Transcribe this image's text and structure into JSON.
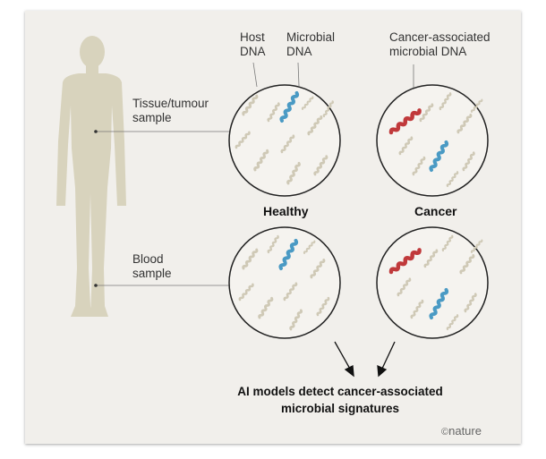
{
  "labels": {
    "host_dna_line1": "Host",
    "host_dna_line2": "DNA",
    "microbial_dna_line1": "Microbial",
    "microbial_dna_line2": "DNA",
    "cancer_microbial_line1": "Cancer-associated",
    "cancer_microbial_line2": "microbial DNA",
    "tissue_line1": "Tissue/tumour",
    "tissue_line2": "sample",
    "blood_line1": "Blood",
    "blood_line2": "sample"
  },
  "conditions": {
    "healthy": "Healthy",
    "cancer": "Cancer"
  },
  "caption": {
    "line1": "AI models detect cancer-associated",
    "line2": "microbial signatures"
  },
  "credit": {
    "symbol": "©",
    "name": "nature"
  },
  "colors": {
    "panel": "#f1efeb",
    "silhouette": "#d8d3bd",
    "host_dna": "#cfc9b6",
    "microbial_dna": "#4a9ac4",
    "cancer_dna": "#c0393b"
  }
}
